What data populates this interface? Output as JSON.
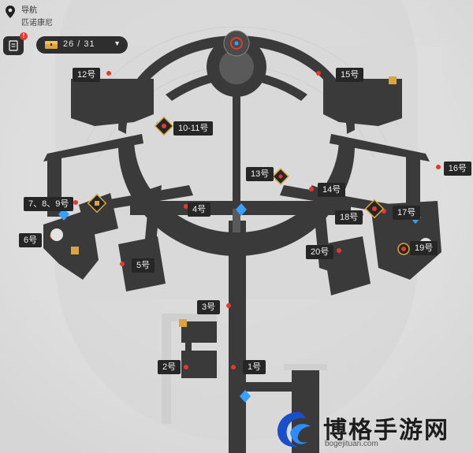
{
  "header": {
    "title": "导航",
    "location": "匹诺康尼",
    "quest_badge": "!",
    "chest_count": "26 / 31"
  },
  "rooms": [
    {
      "id": "12",
      "label": "12号"
    },
    {
      "id": "15",
      "label": "15号"
    },
    {
      "id": "10-11",
      "label": "10-11号"
    },
    {
      "id": "13",
      "label": "13号"
    },
    {
      "id": "16",
      "label": "16号"
    },
    {
      "id": "14",
      "label": "14号"
    },
    {
      "id": "7-9",
      "label": "7、8、9号"
    },
    {
      "id": "4",
      "label": "4号"
    },
    {
      "id": "18",
      "label": "18号"
    },
    {
      "id": "17",
      "label": "17号"
    },
    {
      "id": "6",
      "label": "6号"
    },
    {
      "id": "20",
      "label": "20号"
    },
    {
      "id": "19",
      "label": "19号"
    },
    {
      "id": "5",
      "label": "5号"
    },
    {
      "id": "3",
      "label": "3号"
    },
    {
      "id": "2",
      "label": "2号"
    },
    {
      "id": "1",
      "label": "1号"
    }
  ],
  "watermark": {
    "text": "博格手游网",
    "url": "bogejituan.com"
  },
  "colors": {
    "floor": "#3a3a3a",
    "background": "#e3e3e3",
    "marker_red": "#e23a2e",
    "teleport_blue": "#3aa0ff",
    "chest_gold": "#d9a441"
  }
}
